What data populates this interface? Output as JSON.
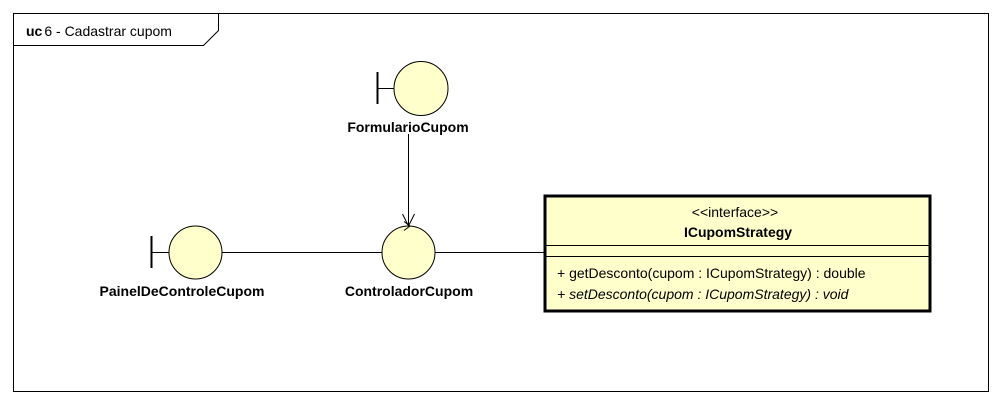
{
  "frame": {
    "kind": "uc",
    "title": "6 - Cadastrar cupom"
  },
  "colors": {
    "fill": "#FFFFCC",
    "stroke": "#000000",
    "background": "#FFFFFF"
  },
  "nodes": {
    "formulario": {
      "type": "boundary",
      "name": "FormularioCupom"
    },
    "painel": {
      "type": "boundary",
      "name": "PainelDeControleCupom"
    },
    "controlador": {
      "type": "control",
      "name": "ControladorCupom"
    }
  },
  "interface": {
    "stereotype": "<<interface>>",
    "name": "ICupomStrategy",
    "operations": [
      {
        "text": "+ getDesconto(cupom : ICupomStrategy) : double",
        "abstract": false
      },
      {
        "text": "+ setDesconto(cupom : ICupomStrategy) : void",
        "abstract": true
      }
    ]
  },
  "edges": [
    {
      "from": "FormularioCupom",
      "to": "ControladorCupom",
      "style": "navigable"
    },
    {
      "from": "PainelDeControleCupom",
      "to": "ControladorCupom",
      "style": "plain"
    },
    {
      "from": "ControladorCupom",
      "to": "ICupomStrategy",
      "style": "plain"
    }
  ]
}
